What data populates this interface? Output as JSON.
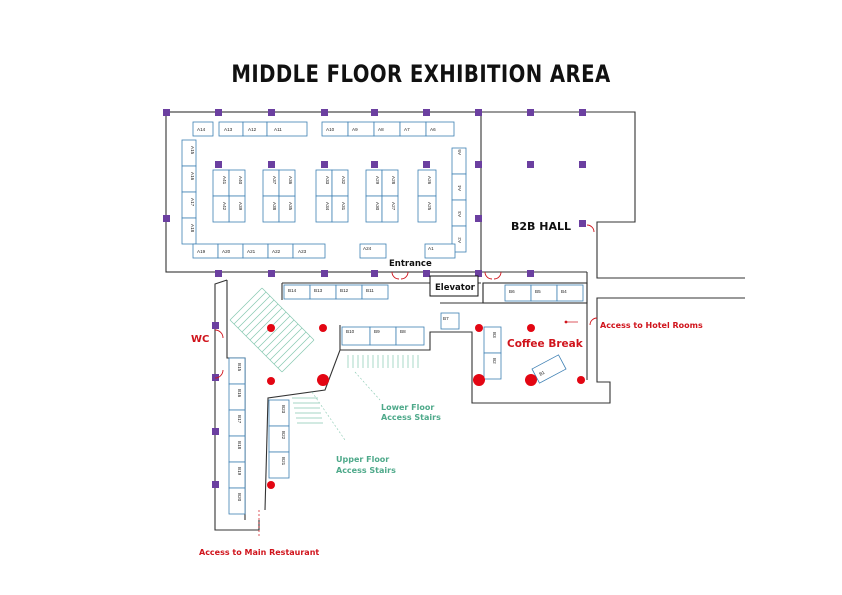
{
  "title": "MIDDLE FLOOR EXHIBITION AREA",
  "labels": {
    "b2b_hall": "B2B HALL",
    "entrance": "Entrance",
    "elevator": "Elevator",
    "wc": "WC",
    "coffee_break": "Coffee Break",
    "hotel_rooms": "Access to Hotel Rooms",
    "main_restaurant": "Access to Main Restaurant",
    "lower_stairs_1": "Lower Floor",
    "lower_stairs_2": "Access Stairs",
    "upper_stairs_1": "Upper Floor",
    "upper_stairs_2": "Access Stairs"
  },
  "booths": [
    "A14",
    "A13",
    "A12",
    "A11",
    "A10",
    "A9",
    "A8",
    "A7",
    "A6",
    "A15",
    "A16",
    "A17",
    "A18",
    "A5",
    "A4",
    "A3",
    "A2",
    "A19",
    "A20",
    "A21",
    "A22",
    "A23",
    "A24",
    "A1",
    "A41",
    "A40",
    "A39",
    "A42",
    "A37",
    "A38",
    "A35",
    "A36",
    "A33",
    "A32",
    "A34",
    "A31",
    "A29",
    "A28",
    "A30",
    "A27",
    "A26",
    "A25",
    "B14",
    "B13",
    "B12",
    "B11",
    "B6",
    "B5",
    "B4",
    "B10",
    "B9",
    "B8",
    "B7",
    "B3",
    "B2",
    "B1",
    "B15",
    "B16",
    "B17",
    "B18",
    "B19",
    "B20",
    "B23",
    "B22",
    "B21"
  ],
  "colors": {
    "pillar": "#6b3fa0",
    "marker": "#e30613",
    "booth_outline": "#3d7fb3",
    "stairs": "#86c8b0",
    "wall": "#333333"
  }
}
